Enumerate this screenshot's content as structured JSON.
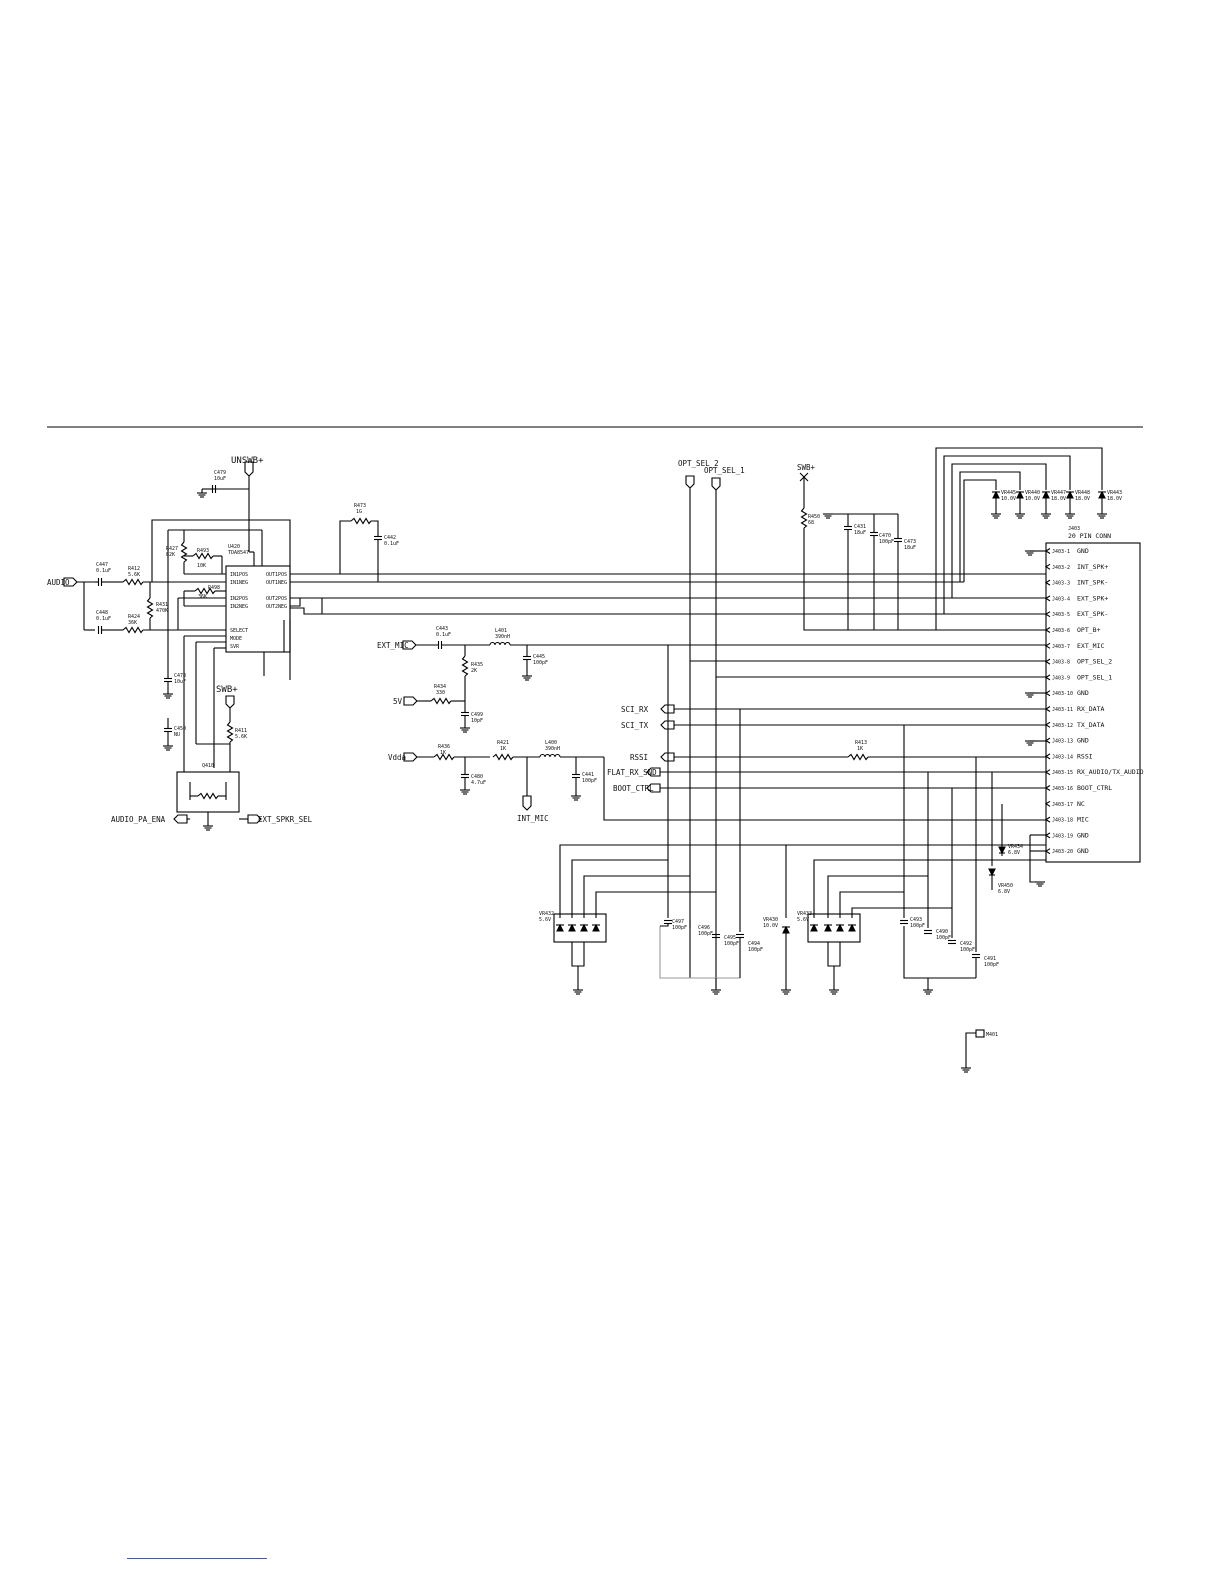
{
  "ports": {
    "audio": "AUDIO",
    "unswb": "UNSWB+",
    "swb_left": "SWB+",
    "audio_pa_ena": "AUDIO_PA_ENA",
    "ext_spkr_sel": "EXT_SPKR_SEL",
    "ext_mic": "EXT_MIC",
    "sv": "5V",
    "vdda": "Vdda",
    "int_mic": "INT_MIC",
    "opt_sel_2": "OPT_SEL_2",
    "opt_sel_1": "OPT_SEL_1",
    "swb_right": "SWB+",
    "sci_rx": "SCI_RX",
    "sci_tx": "SCI_TX",
    "rssi": "RSSI",
    "flat_rx_snd": "FLAT_RX_SND",
    "boot_ctrl": "BOOT_CTRL",
    "m401": "M401"
  },
  "ic": {
    "ref": "U420",
    "part": "TDA8547",
    "pins_left": [
      "IN1POS",
      "IN1NEG",
      "IN2POS",
      "IN2NEG",
      "SELECT",
      "MODE",
      "SVR"
    ],
    "pins_right": [
      "OUT1POS",
      "OUT1NEG",
      "OUT2POS",
      "OUT2NEG"
    ]
  },
  "parts": {
    "c479": [
      "C479",
      "10uF"
    ],
    "c447": [
      "C447",
      "0.1uF"
    ],
    "r412": [
      "R412",
      "5.6K"
    ],
    "c448": [
      "C448",
      "0.1uF"
    ],
    "r424": [
      "R424",
      "36K"
    ],
    "r427": [
      "R427",
      "82K"
    ],
    "r493": [
      "R493",
      "10K"
    ],
    "r498": [
      "R498",
      "36K"
    ],
    "r431": [
      "R431",
      "470K"
    ],
    "c478": [
      "C478",
      "10uF"
    ],
    "c450": [
      "C450",
      "NU"
    ],
    "r411": [
      "R411",
      "5.6K"
    ],
    "q410": "Q410",
    "r473": [
      "R473",
      "1G"
    ],
    "c442": [
      "C442",
      "0.1uF"
    ],
    "c443": [
      "C443",
      "0.1uF"
    ],
    "l401": [
      "L401",
      "390nH"
    ],
    "r435": [
      "R435",
      "2K"
    ],
    "c445": [
      "C445",
      "100pF"
    ],
    "r434": [
      "R434",
      "330"
    ],
    "c499": [
      "C499",
      "10pF"
    ],
    "r436": [
      "R436",
      "1K"
    ],
    "r421": [
      "R421",
      "1K"
    ],
    "l400": [
      "L400",
      "390nH"
    ],
    "c480": [
      "C480",
      "4.7uF"
    ],
    "c441": [
      "C441",
      "100pF"
    ],
    "r450": [
      "R450",
      "68"
    ],
    "c431": [
      "C431",
      "18uF"
    ],
    "c470": [
      "C470",
      "100pF"
    ],
    "c473": [
      "C473",
      "18uF"
    ],
    "r413": [
      "R413",
      "1K"
    ],
    "vr432": [
      "VR432",
      "5.6V"
    ],
    "vr433": [
      "VR433",
      "5.6V"
    ],
    "vr430": [
      "VR430",
      "10.0V"
    ],
    "vr434": [
      "VR434",
      "6.8V"
    ],
    "vr450": [
      "VR450",
      "6.8V"
    ],
    "c497": [
      "C497",
      "100pF"
    ],
    "c496": [
      "C496",
      "100pF"
    ],
    "c495": [
      "C495",
      "100pF"
    ],
    "c494": [
      "C494",
      "100pF"
    ],
    "c493": [
      "C493",
      "100pF"
    ],
    "c490": [
      "C490",
      "100pF"
    ],
    "c492": [
      "C492",
      "100pF"
    ],
    "c491": [
      "C491",
      "100pF"
    ],
    "vr445": [
      "VR445",
      "10.0V"
    ],
    "vr440": [
      "VR440",
      "10.0V"
    ],
    "vr447": [
      "VR447",
      "18.0V"
    ],
    "vr448": [
      "VR448",
      "18.0V"
    ],
    "vr443": [
      "VR443",
      "18.0V"
    ]
  },
  "connector": {
    "ref": "J403",
    "title": "20 PIN CONN",
    "pins": [
      {
        "pin": "J403-1",
        "name": "GND"
      },
      {
        "pin": "J403-2",
        "name": "INT_SPK+"
      },
      {
        "pin": "J403-3",
        "name": "INT_SPK-"
      },
      {
        "pin": "J403-4",
        "name": "EXT_SPK+"
      },
      {
        "pin": "J403-5",
        "name": "EXT_SPK-"
      },
      {
        "pin": "J403-6",
        "name": "OPT_B+"
      },
      {
        "pin": "J403-7",
        "name": "EXT_MIC"
      },
      {
        "pin": "J403-8",
        "name": "OPT_SEL_2"
      },
      {
        "pin": "J403-9",
        "name": "OPT_SEL_1"
      },
      {
        "pin": "J403-10",
        "name": "GND"
      },
      {
        "pin": "J403-11",
        "name": "RX_DATA"
      },
      {
        "pin": "J403-12",
        "name": "TX_DATA"
      },
      {
        "pin": "J403-13",
        "name": "GND"
      },
      {
        "pin": "J403-14",
        "name": "RSSI"
      },
      {
        "pin": "J403-15",
        "name": "RX_AUDIO/TX_AUDIO"
      },
      {
        "pin": "J403-16",
        "name": "BOOT_CTRL"
      },
      {
        "pin": "J403-17",
        "name": "NC"
      },
      {
        "pin": "J403-18",
        "name": "MIC"
      },
      {
        "pin": "J403-19",
        "name": "GND"
      },
      {
        "pin": "J403-20",
        "name": "GND"
      }
    ]
  }
}
